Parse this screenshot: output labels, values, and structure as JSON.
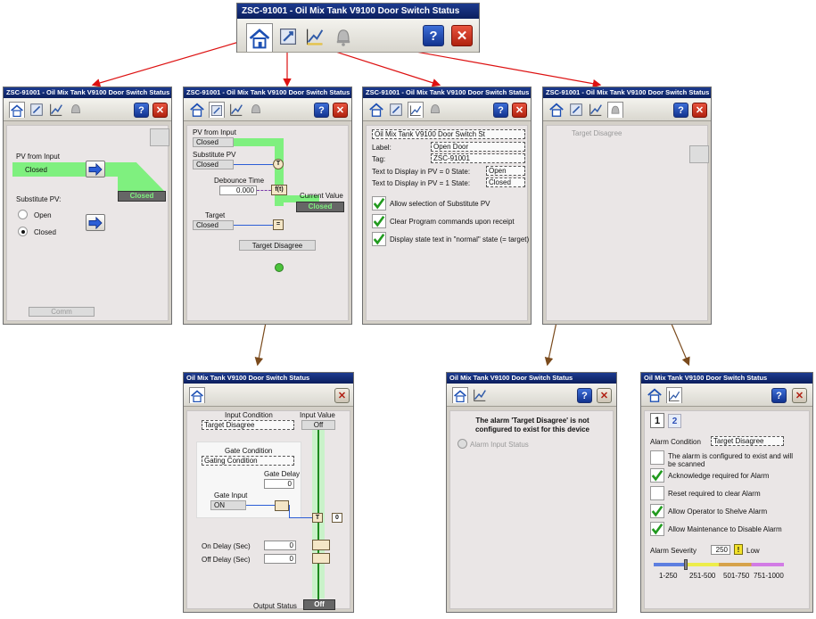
{
  "title": "ZSC-91001 - Oil Mix Tank V9100 Door Switch Status",
  "title_short": "Oil Mix Tank V9100 Door Switch Status",
  "colors": {
    "titlebar": "#0b1f5e",
    "green": "#7ff07f",
    "connector_red": "#dd1111",
    "connector_brown": "#7a4a1c"
  },
  "icons": [
    "home-icon",
    "engineering-icon",
    "trend-icon",
    "bell-icon",
    "help-icon",
    "close-icon"
  ],
  "home": {
    "pv_from_input_label": "PV from Input",
    "pv_from_input_value": "Closed",
    "output_value": "Closed",
    "substitute_pv_label": "Substitute PV:",
    "option_open": "Open",
    "option_closed": "Closed",
    "comm_label": "Comm"
  },
  "logic": {
    "pv_from_input_label": "PV from Input",
    "pv_from_input_value": "Closed",
    "substitute_pv_label": "Substitute PV",
    "substitute_pv_value": "Closed",
    "debounce_label": "Debounce Time",
    "debounce_value": "0.000",
    "current_value_label": "Current Value",
    "current_value": "Closed",
    "target_label": "Target",
    "target_value": "Closed",
    "target_disagree_button": "Target Disagree",
    "node_t": "T",
    "node_ft": "f(t)",
    "node_eq": "="
  },
  "config": {
    "description": "Oil Mix Tank V9100 Door Switch St",
    "label_label": "Label:",
    "label_value": "Open Door",
    "tag_label": "Tag:",
    "tag_value": "ZSC-91001",
    "pv0_label": "Text to Display in PV = 0 State:",
    "pv0_value": "Open",
    "pv1_label": "Text to Display in PV = 1 State:",
    "pv1_value": "Closed",
    "checks": [
      "Allow selection of Substitute PV",
      "Clear Program commands upon receipt",
      "Display state text in \"normal\" state (= target)"
    ]
  },
  "alarms_tab": {
    "target_disagree_label": "Target Disagree"
  },
  "target_detail": {
    "input_condition_label": "Input Condition",
    "input_condition_value": "Target Disagree",
    "input_value_label": "Input Value",
    "input_value": "Off",
    "gate_condition_label": "Gate Condition",
    "gate_condition_value": "Gating Condition",
    "gate_delay_label": "Gate Delay",
    "gate_delay_value": "0",
    "gate_input_label": "Gate Input",
    "gate_input_value": "ON",
    "node_t": "T",
    "node_zero": "0",
    "on_delay_label": "On Delay (Sec)",
    "on_delay_value": "0",
    "off_delay_label": "Off Delay (Sec)",
    "off_delay_value": "0",
    "output_status_label": "Output Status",
    "output_status_value": "Off"
  },
  "not_configured": {
    "message": "The alarm 'Target Disagree' is not configured to exist for this device",
    "radio_label": "Alarm Input Status"
  },
  "alarm_config": {
    "page_tabs": [
      "1",
      "2"
    ],
    "alarm_condition_label": "Alarm Condition",
    "alarm_condition_value": "Target Disagree",
    "items": [
      {
        "label": "The alarm is configured to exist and will be scanned",
        "checked": false
      },
      {
        "label": "Acknowledge required for Alarm",
        "checked": true
      },
      {
        "label": "Reset required to clear Alarm",
        "checked": false
      },
      {
        "label": "Allow Operator to Shelve Alarm",
        "checked": true
      },
      {
        "label": "Allow Maintenance to Disable Alarm",
        "checked": true
      }
    ],
    "severity_label": "Alarm Severity",
    "severity_value": "250",
    "severity_flag": "!",
    "severity_level": "Low",
    "scale": [
      "1-250",
      "251-500",
      "501-750",
      "751-1000"
    ]
  }
}
